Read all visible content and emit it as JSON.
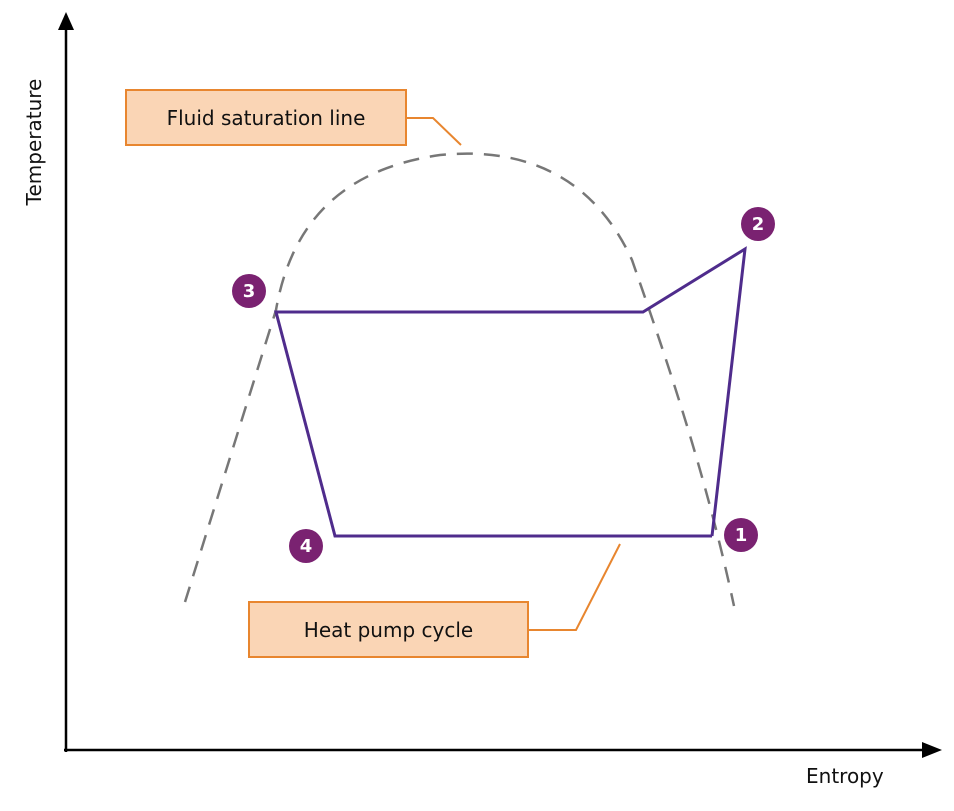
{
  "axes": {
    "ylabel": "Temperature",
    "xlabel": "Entropy"
  },
  "callouts": {
    "saturation_line": "Fluid saturation line",
    "heat_pump_cycle": "Heat pump cycle"
  },
  "points": {
    "p1": "1",
    "p2": "2",
    "p3": "3",
    "p4": "4"
  },
  "colors": {
    "cycle_line": "#4f2c8c",
    "saturation_dashes": "#777777",
    "callout_fill": "#fad5b5",
    "callout_border": "#e8862f",
    "point_marker": "#7a2271"
  }
}
